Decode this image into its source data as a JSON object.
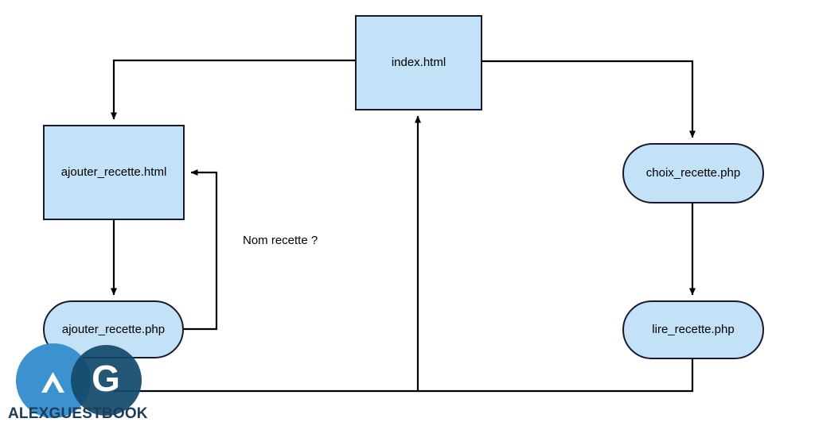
{
  "diagram": {
    "type": "flowchart",
    "title": "",
    "background_color": "#ffffff",
    "node_fill_color": "#c3e1f7",
    "node_border_color": "#1a1a2e",
    "edge_color": "#000000",
    "nodes": [
      {
        "id": "index",
        "label": "index.html",
        "shape": "rect"
      },
      {
        "id": "ajouter_html",
        "label": "ajouter_recette.html",
        "shape": "rect"
      },
      {
        "id": "ajouter_php",
        "label": "ajouter_recette.php",
        "shape": "stadium"
      },
      {
        "id": "choix",
        "label": "choix_recette.php",
        "shape": "stadium"
      },
      {
        "id": "lire",
        "label": "lire_recette.php",
        "shape": "stadium"
      }
    ],
    "edges": [
      {
        "from": "index",
        "to": "ajouter_html",
        "label": ""
      },
      {
        "from": "index",
        "to": "choix",
        "label": ""
      },
      {
        "from": "ajouter_html",
        "to": "ajouter_php",
        "label": ""
      },
      {
        "from": "ajouter_php",
        "to": "ajouter_html",
        "label": "Nom recette ?"
      },
      {
        "from": "choix",
        "to": "lire",
        "label": ""
      },
      {
        "from": "lire",
        "to": "index",
        "label": ""
      }
    ],
    "edge_labels": [
      {
        "id": "nom-recette",
        "text": "Nom recette ?"
      }
    ]
  },
  "watermark": {
    "wordmark": "ALEXGUESTBOOK",
    "left_initial": "A",
    "right_initial": "G",
    "left_circle_color": "#3b92ce",
    "right_circle_color": "#134a6b",
    "wordmark_color": "#1c3d5a"
  }
}
